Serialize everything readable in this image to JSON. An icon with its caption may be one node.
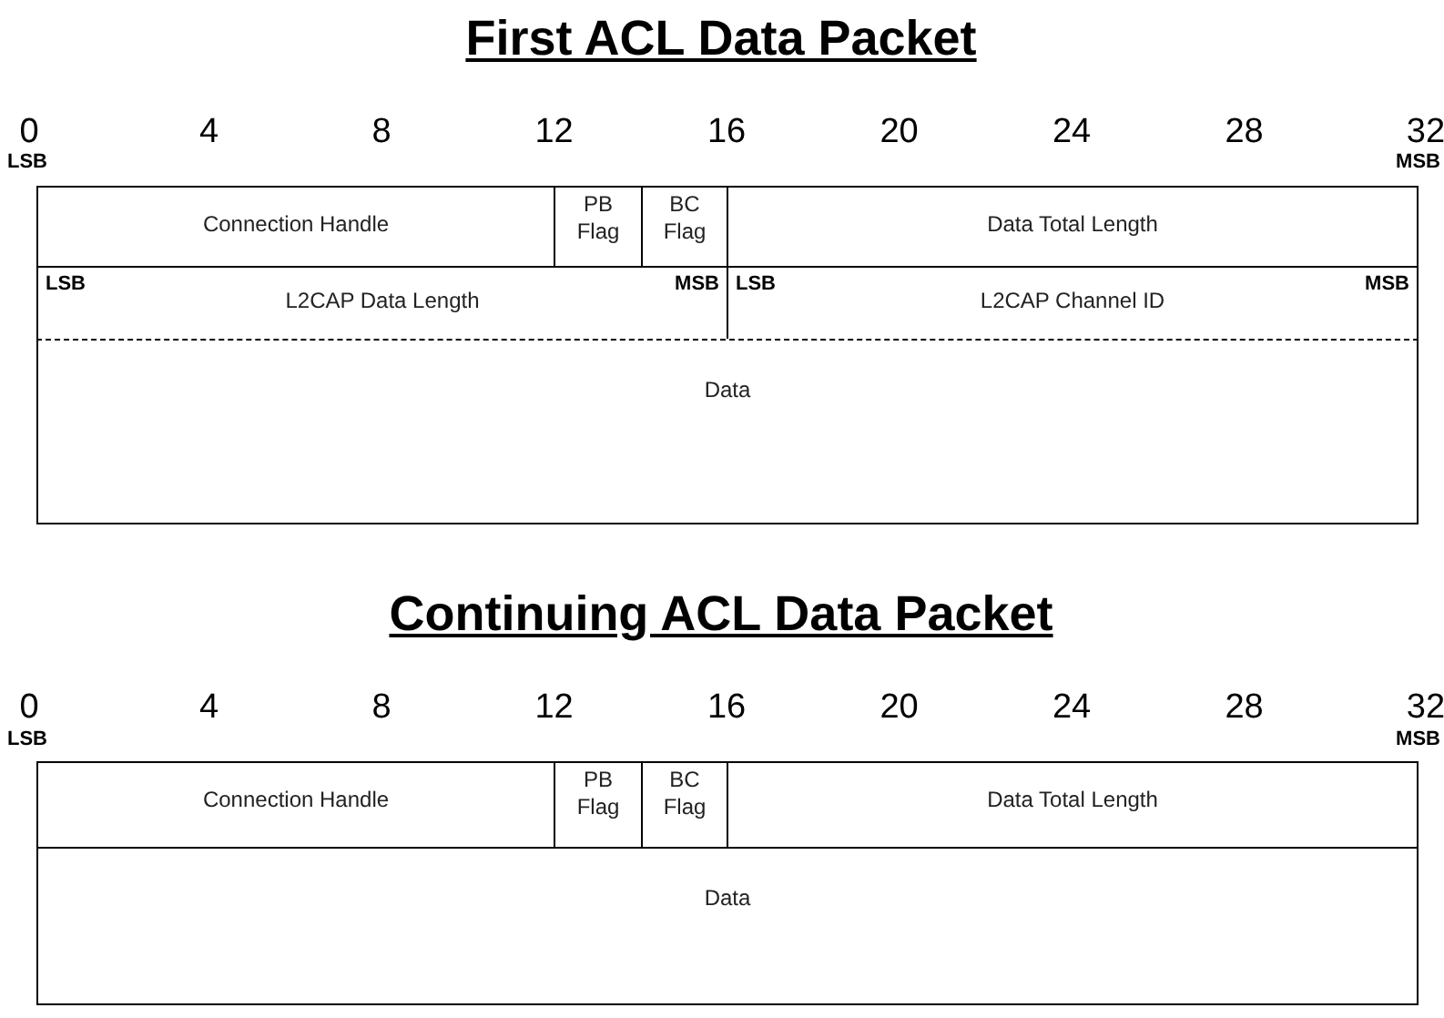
{
  "diagram": {
    "nodes": [
      {
        "text": [
          "Connection Handle"
        ]
      },
      {
        "text": [
          "PB Flag"
        ]
      },
      {
        "text": [
          "BC Flag"
        ]
      },
      {
        "text": [
          "Data Total Length"
        ]
      },
      {
        "text": [
          "LSB",
          "L2CAP Data Length",
          "MSB"
        ]
      },
      {
        "text": [
          "LSB",
          "L2CAP Channel ID",
          "MSB"
        ]
      },
      {
        "text": [
          "Data"
        ]
      },
      {
        "text": [
          "Connection Handle"
        ]
      },
      {
        "text": [
          "PB Flag"
        ]
      },
      {
        "text": [
          "BC Flag"
        ]
      },
      {
        "text": [
          "Data Total Length"
        ]
      },
      {
        "text": [
          "Data"
        ]
      }
    ],
    "labels": [
      "First ACL Data Packet",
      "0",
      "4",
      "8",
      "12",
      "16",
      "20",
      "24",
      "28",
      "32",
      "LSB",
      "MSB",
      "Continuing ACL Data Packet",
      "0",
      "4",
      "8",
      "12",
      "16",
      "20",
      "24",
      "28",
      "32",
      "LSB",
      "MSB"
    ]
  }
}
